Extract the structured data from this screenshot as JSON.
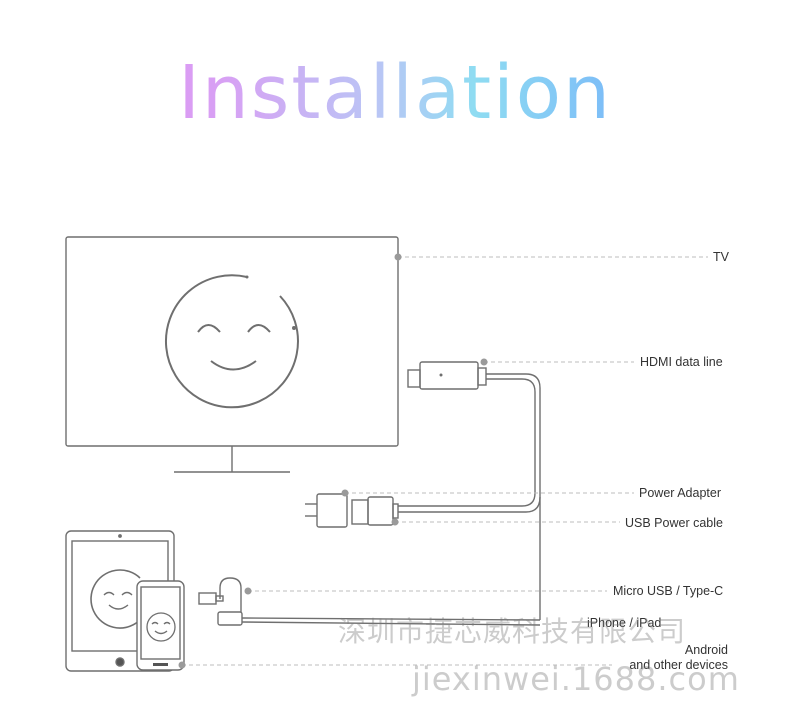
{
  "title": "Installation",
  "labels": {
    "tv": "TV",
    "hdmi": "HDMI data line",
    "power_adapter": "Power Adapter",
    "usb_power_cable": "USB Power cable",
    "micro_usb": "Micro USB / Type-C",
    "iphone_ipad": "iPhone / iPad",
    "android_line1": "Android",
    "android_line2": "and other devices"
  },
  "watermark": {
    "company": "深圳市捷芯威科技有限公司",
    "site": "jiexinwei.1688.com"
  },
  "colors": {
    "line": "#6f6f6f",
    "dot": "#9a9a9a",
    "title_gradient_start": "#e58af0",
    "title_gradient_end": "#7d8ff7"
  }
}
